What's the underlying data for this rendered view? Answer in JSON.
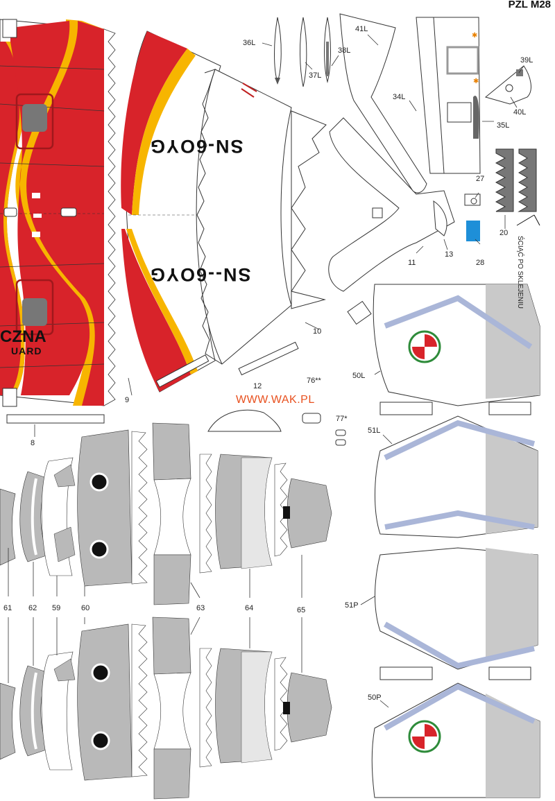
{
  "header": {
    "model": "PZL M28"
  },
  "website": "WWW.WAK.PL",
  "registration": {
    "top": "SN-6OYG",
    "bottom": "SN--6OYG"
  },
  "fuselage_text": {
    "line1": "CZNA",
    "line2": "UARD"
  },
  "cut_note": "ŚCIĄĆ PO SKLEJENIU",
  "part_labels": {
    "p8": "8",
    "p9": "9",
    "p10": "10",
    "p11": "11",
    "p12": "12",
    "p13": "13",
    "p20": "20",
    "p27": "27",
    "p28": "28",
    "p34L": "34L",
    "p35L": "35L",
    "p36L": "36L",
    "p37L": "37L",
    "p38L": "38L",
    "p39L": "39L",
    "p40L": "40L",
    "p41L": "41L",
    "p50L": "50L",
    "p51L": "51L",
    "p51P": "51P",
    "p50P": "50P",
    "p59": "59",
    "p60": "60",
    "p61": "61",
    "p62": "62",
    "p63": "63",
    "p64": "64",
    "p65": "65",
    "p76": "76**",
    "p77": "77*"
  },
  "colors": {
    "red": "#d8232a",
    "yellow": "#f7b500",
    "grey": "#b9b9b9",
    "dark_grey": "#7a7a7a",
    "blue_stripe": "#aab6d8",
    "chequer_red": "#d8232a",
    "chequer_green": "#2e8b3a",
    "website_orange": "#e8501e",
    "tab_blue": "#1e8fd8"
  }
}
